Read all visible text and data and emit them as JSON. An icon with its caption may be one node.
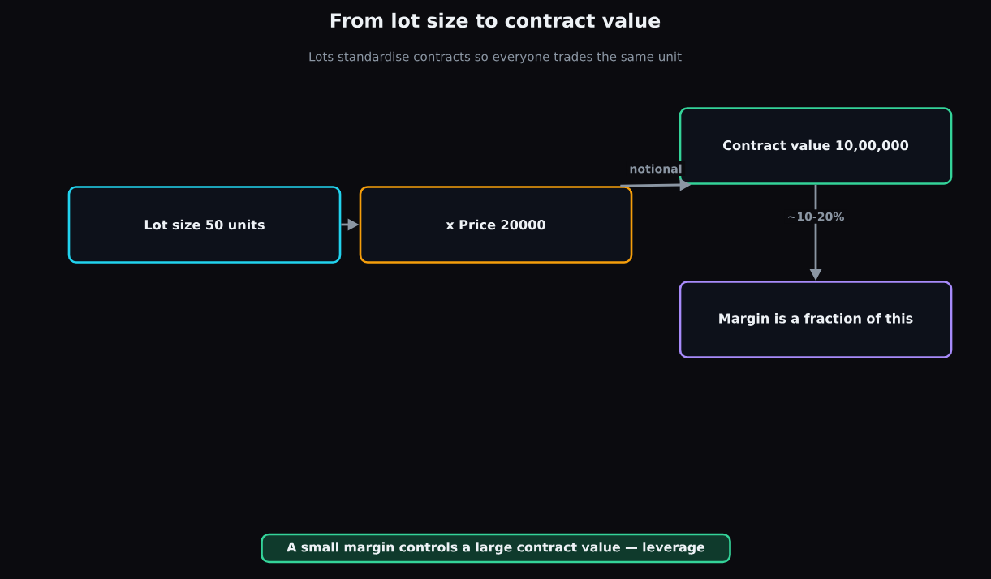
{
  "diagram": {
    "title": "From lot size to contract value",
    "caption": "Lots standardise contracts so everyone trades the same unit",
    "nodes": [
      {
        "text": [
          "Lot size 50 units"
        ]
      },
      {
        "text": [
          "x Price 20000"
        ]
      },
      {
        "text": [
          "Contract value 10,00,000"
        ]
      },
      {
        "text": [
          "Margin is a fraction of this"
        ]
      },
      {
        "text": [
          "A small margin controls a large contract value — leverage"
        ]
      }
    ],
    "edges": [
      {
        "from": 0,
        "to": 1,
        "arrow": "to"
      },
      {
        "from": 1,
        "to": 2,
        "arrow": "to",
        "label": "notional"
      },
      {
        "from": 2,
        "to": 3,
        "arrow": "to",
        "label": "~10-20%"
      }
    ]
  }
}
